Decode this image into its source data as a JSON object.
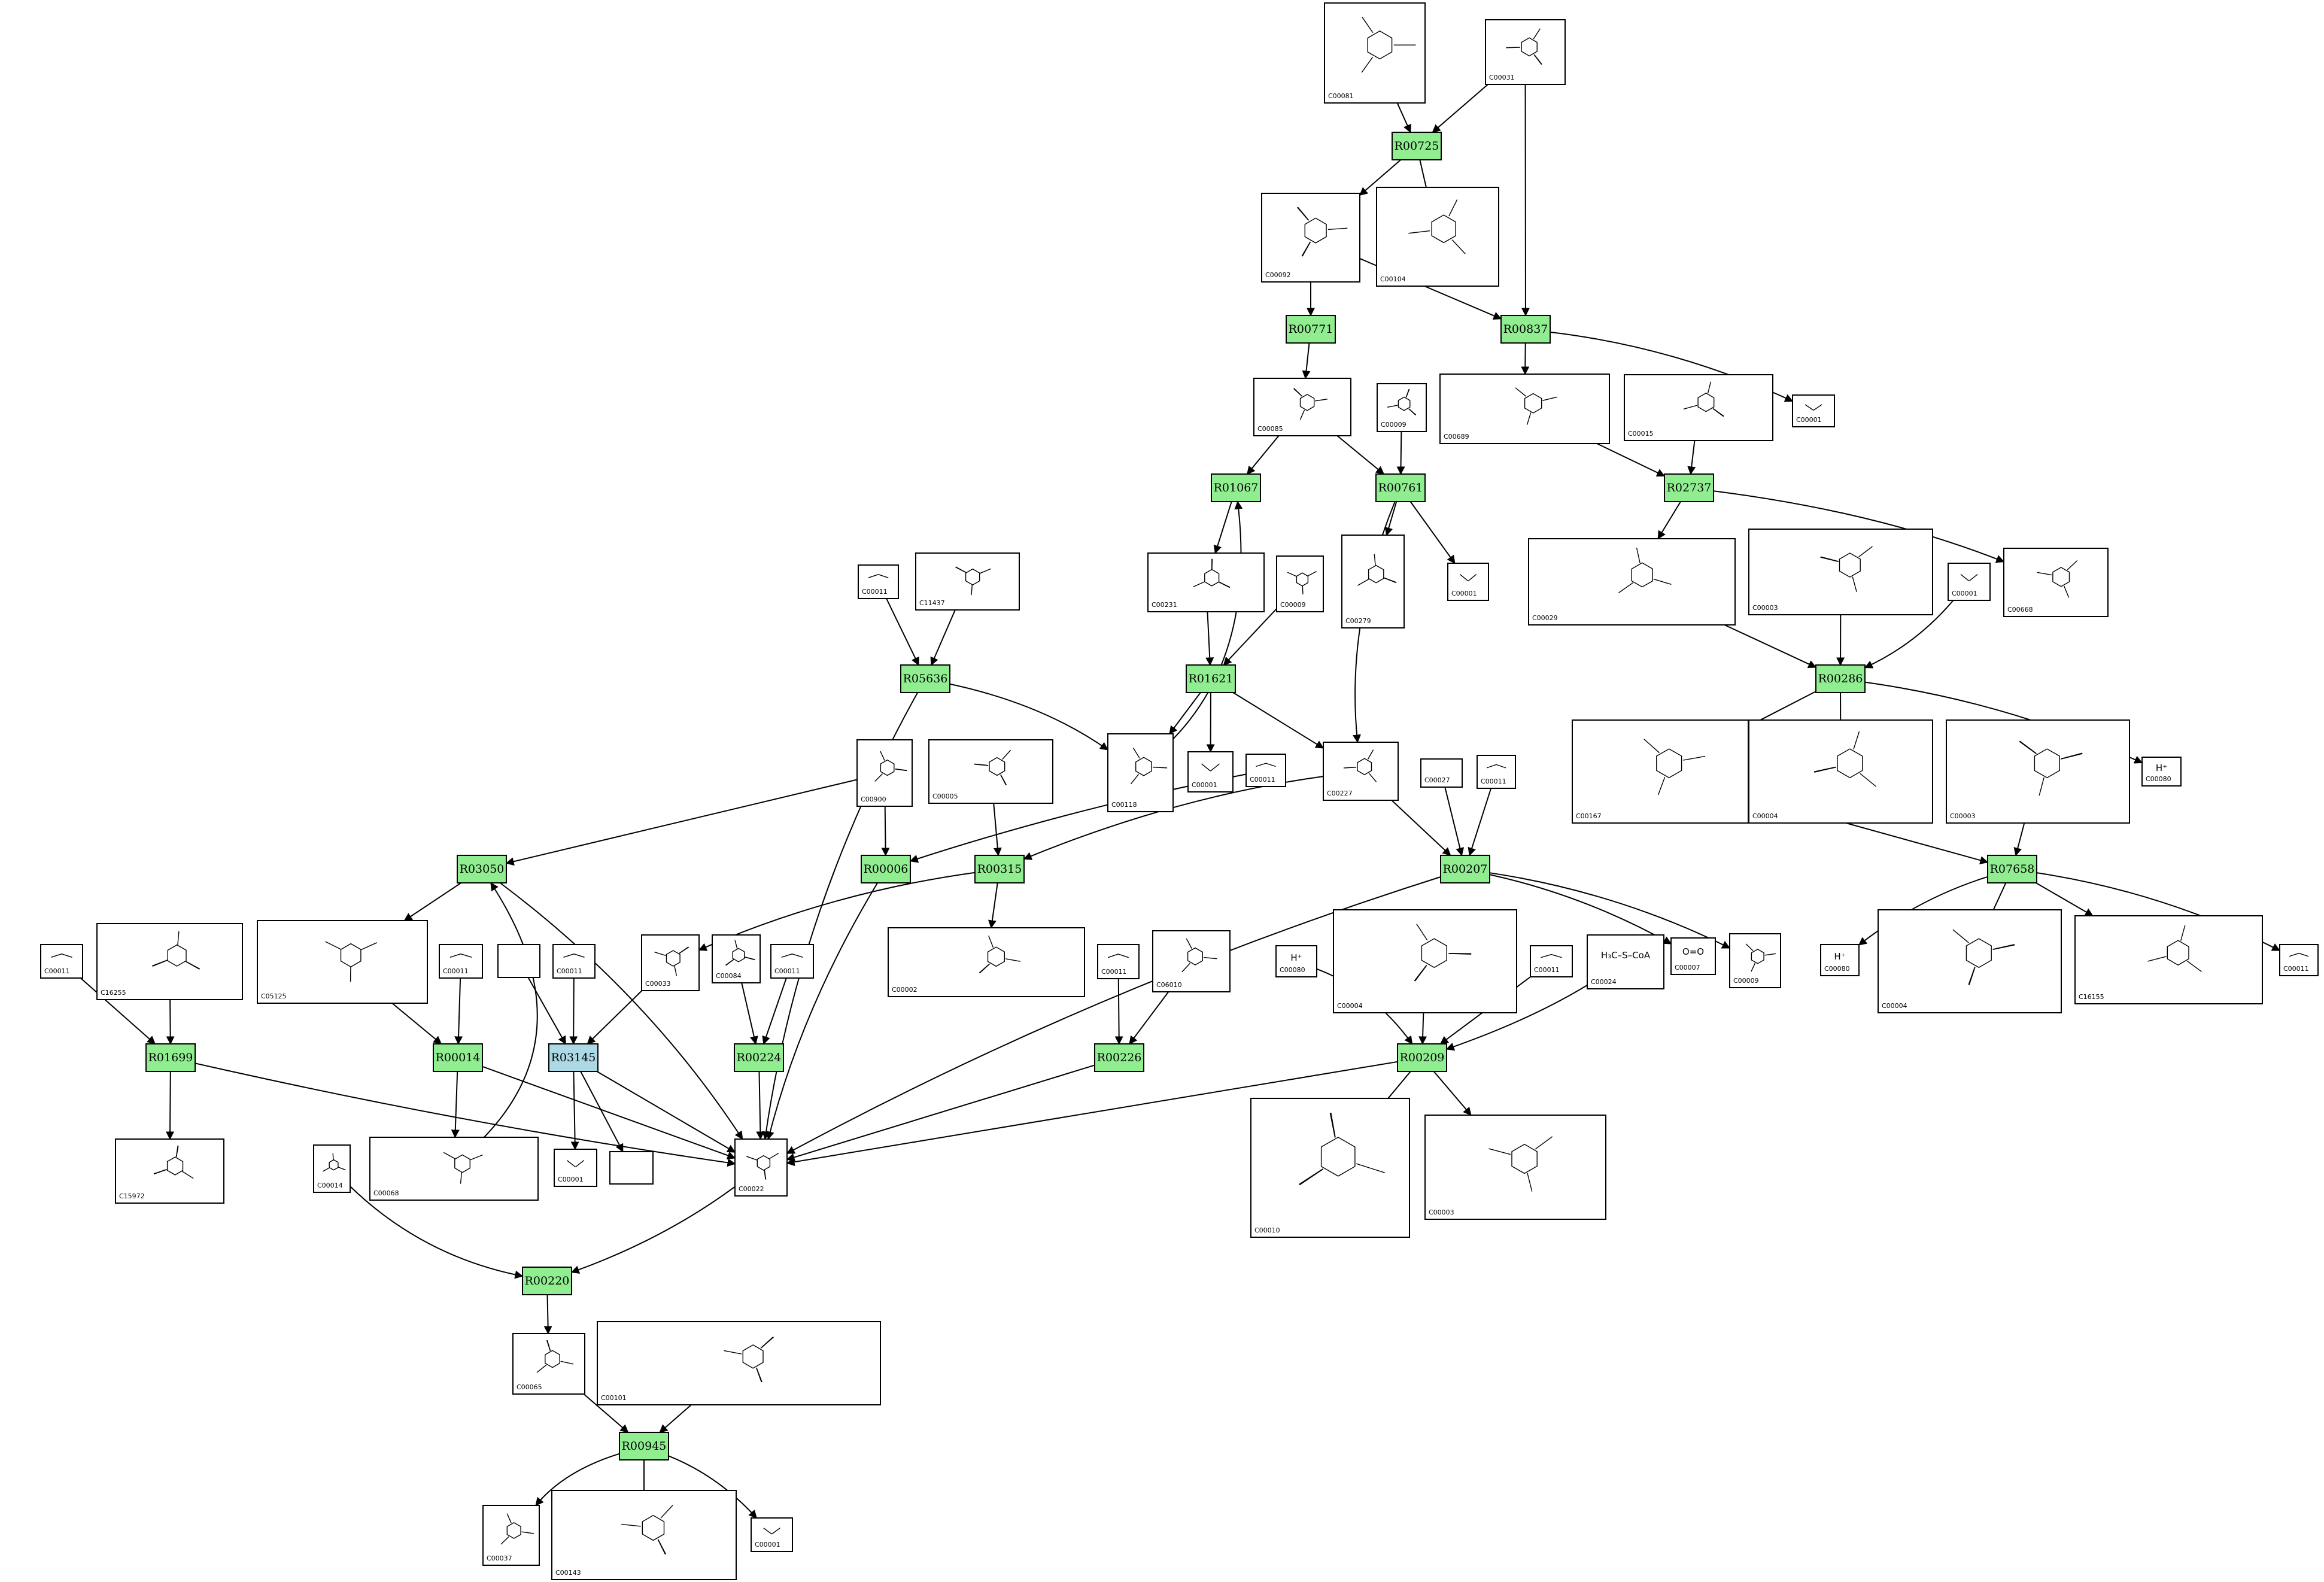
{
  "reactions": [
    {
      "id": "R00725"
    },
    {
      "id": "R00771"
    },
    {
      "id": "R00837"
    },
    {
      "id": "R01067"
    },
    {
      "id": "R00761"
    },
    {
      "id": "R02737"
    },
    {
      "id": "R05636"
    },
    {
      "id": "R01621"
    },
    {
      "id": "R00286"
    },
    {
      "id": "R03050"
    },
    {
      "id": "R00006"
    },
    {
      "id": "R00315"
    },
    {
      "id": "R00207"
    },
    {
      "id": "R07658"
    },
    {
      "id": "R01699"
    },
    {
      "id": "R00014"
    },
    {
      "id": "R03145",
      "highlight": true
    },
    {
      "id": "R00224"
    },
    {
      "id": "R00226"
    },
    {
      "id": "R00209"
    },
    {
      "id": "R00220"
    },
    {
      "id": "R00945"
    }
  ],
  "compounds": [
    {
      "id": "C00081"
    },
    {
      "id": "C00031"
    },
    {
      "id": "C00092"
    },
    {
      "id": "C00104"
    },
    {
      "id": "C00085"
    },
    {
      "id": "C00009"
    },
    {
      "id": "C00689"
    },
    {
      "id": "C00015"
    },
    {
      "id": "C00001"
    },
    {
      "id": "C00011"
    },
    {
      "id": "C11437"
    },
    {
      "id": "C00231"
    },
    {
      "id": "C00009"
    },
    {
      "id": "C00279"
    },
    {
      "id": "C00001"
    },
    {
      "id": "C00029"
    },
    {
      "id": "C00003"
    },
    {
      "id": "C00001"
    },
    {
      "id": "C00668"
    },
    {
      "id": "C00900"
    },
    {
      "id": "C00005"
    },
    {
      "id": "C00118"
    },
    {
      "id": "C00001"
    },
    {
      "id": "C00011"
    },
    {
      "id": "C00227"
    },
    {
      "id": "C00027"
    },
    {
      "id": "C00011"
    },
    {
      "id": "C00167"
    },
    {
      "id": "C00004"
    },
    {
      "id": "C00003"
    },
    {
      "id": "C00080",
      "formula": "H⁺"
    },
    {
      "id": "C00011"
    },
    {
      "id": "C16255"
    },
    {
      "id": "C05125"
    },
    {
      "id": "C00011"
    },
    {
      "id": ""
    },
    {
      "id": "C00011"
    },
    {
      "id": "C00033"
    },
    {
      "id": "C00084"
    },
    {
      "id": "C00011"
    },
    {
      "id": "C00002"
    },
    {
      "id": "C00011"
    },
    {
      "id": "C06010"
    },
    {
      "id": "C00080",
      "formula": "H⁺"
    },
    {
      "id": "C00004"
    },
    {
      "id": "C00011"
    },
    {
      "id": "C00024",
      "formula": "H₃C–S–CoA"
    },
    {
      "id": "C00007",
      "formula": "O=O"
    },
    {
      "id": "C00009"
    },
    {
      "id": "C00080",
      "formula": "H⁺"
    },
    {
      "id": "C00004"
    },
    {
      "id": "C16155"
    },
    {
      "id": "C00011"
    },
    {
      "id": "C15972"
    },
    {
      "id": "C00068"
    },
    {
      "id": "C00001"
    },
    {
      "id": ""
    },
    {
      "id": "C00014"
    },
    {
      "id": "C00022"
    },
    {
      "id": "C00010"
    },
    {
      "id": "C00003"
    },
    {
      "id": "C00065"
    },
    {
      "id": "C00101"
    },
    {
      "id": "C00037"
    },
    {
      "id": "C00143"
    },
    {
      "id": "C00001"
    }
  ],
  "edge_count": 88
}
